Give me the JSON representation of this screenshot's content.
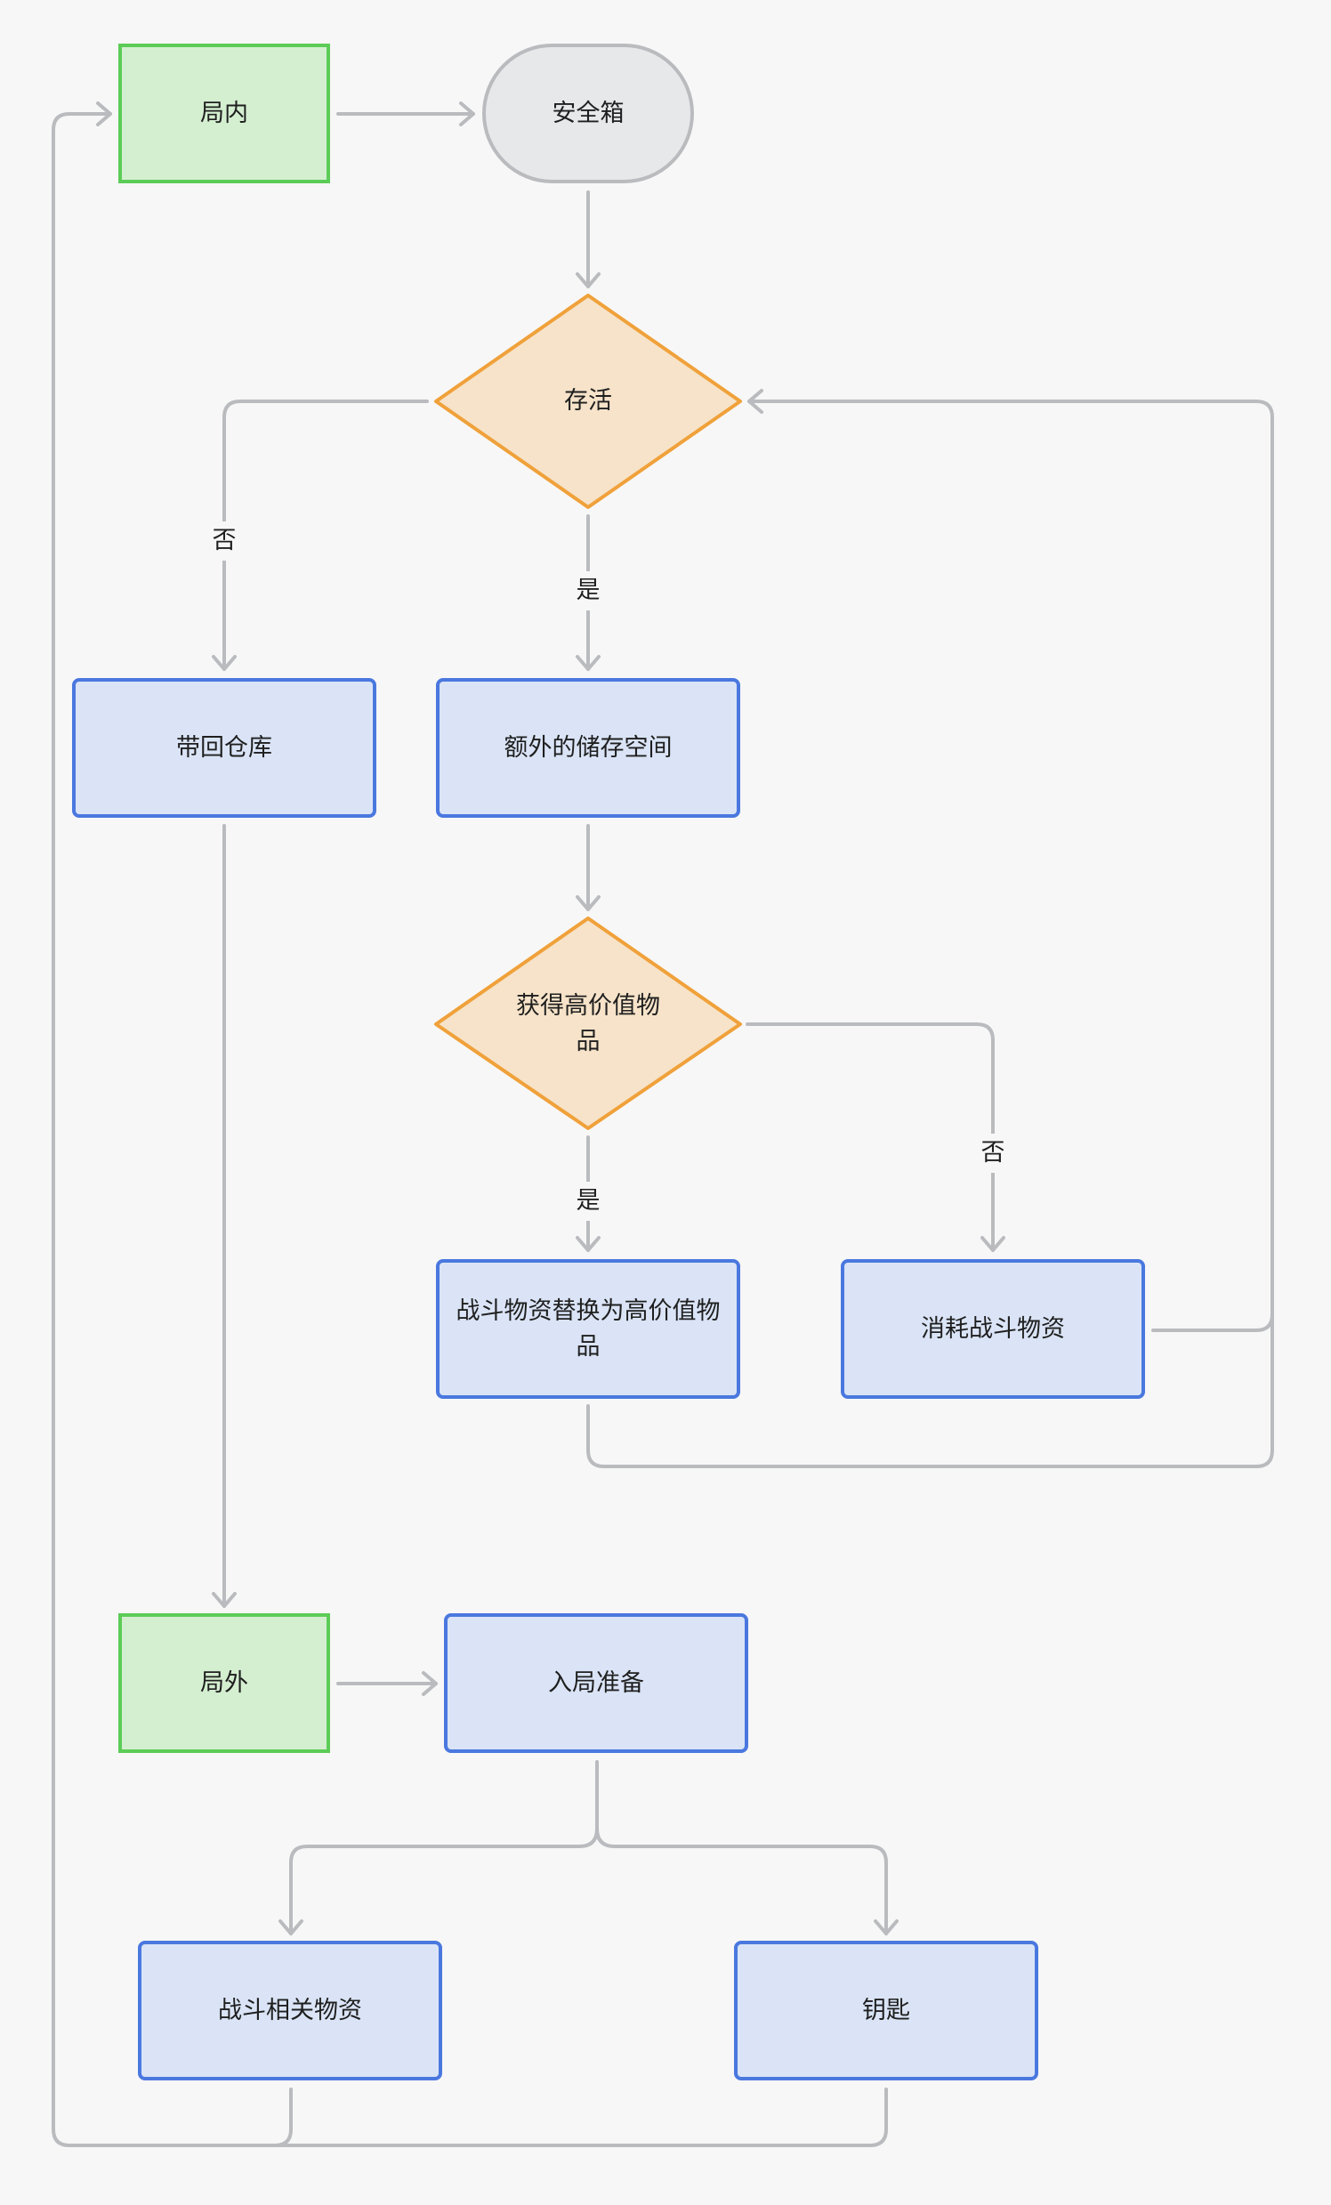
{
  "nodes": {
    "in_game": "局内",
    "safe_box": "安全箱",
    "survive": "存活",
    "bring_back": "带回仓库",
    "extra_storage": "额外的储存空间",
    "got_high_value": "获得高价值物品",
    "replace_supplies": "战斗物资替换为高价值物品",
    "consume_supplies": "消耗战斗物资",
    "out_game": "局外",
    "prepare": "入局准备",
    "combat_supplies": "战斗相关物资",
    "key": "钥匙"
  },
  "edge_labels": {
    "survive_no": "否",
    "survive_yes": "是",
    "value_yes": "是",
    "value_no": "否"
  },
  "colors": {
    "green_fill": "#d4efd0",
    "green_border": "#5ccc57",
    "blue_fill": "#dae4f6",
    "blue_border": "#4a78df",
    "decision_fill": "#f6e3c9",
    "decision_border": "#f0a13a",
    "terminal_fill": "#e7e8ea",
    "connector": "#b9bbbe"
  }
}
